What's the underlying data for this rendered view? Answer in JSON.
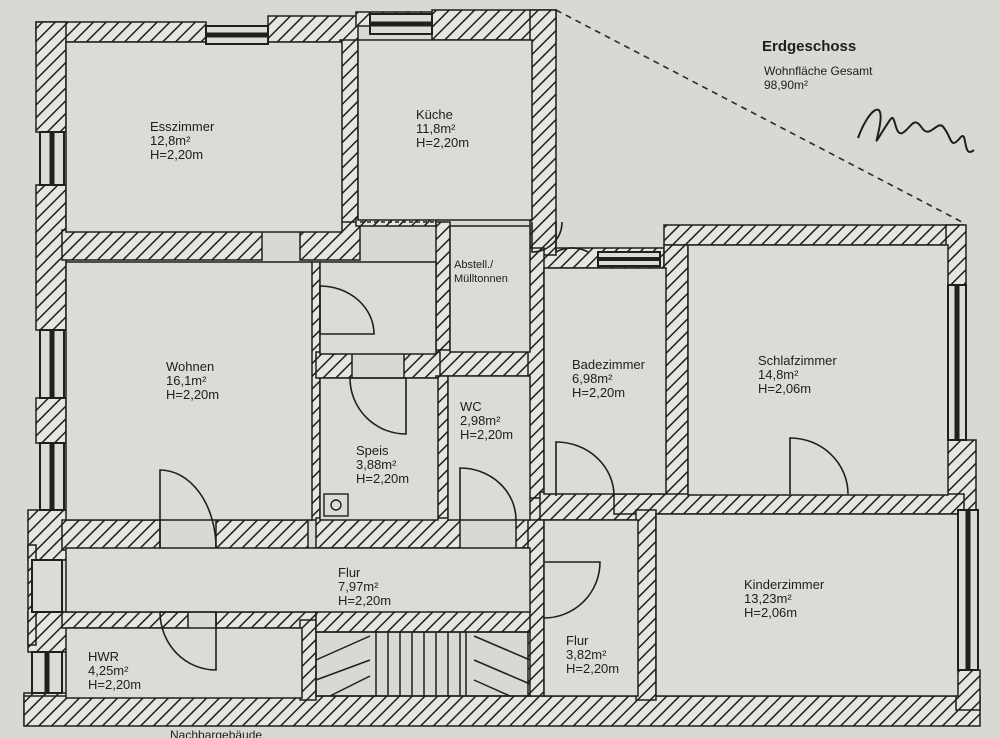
{
  "header": {
    "title": "Erdgeschoss",
    "area_label": "Wohnfläche Gesamt",
    "area_value": "98,90m²"
  },
  "rooms": {
    "esszimmer": {
      "name": "Esszimmer",
      "area": "12,8m²",
      "height": "H=2,20m"
    },
    "kueche": {
      "name": "Küche",
      "area": "11,8m²",
      "height": "H=2,20m"
    },
    "abstell": {
      "name": "Abstell./",
      "name2": "Mülltonnen"
    },
    "wohnen": {
      "name": "Wohnen",
      "area": "16,1m²",
      "height": "H=2,20m"
    },
    "speis": {
      "name": "Speis",
      "area": "3,88m²",
      "height": "H=2,20m"
    },
    "wc": {
      "name": "WC",
      "area": "2,98m²",
      "height": "H=2,20m"
    },
    "badezimmer": {
      "name": "Badezimmer",
      "area": "6,98m²",
      "height": "H=2,20m"
    },
    "schlafzimmer": {
      "name": "Schlafzimmer",
      "area": "14,8m²",
      "height": "H=2,06m"
    },
    "flur1": {
      "name": "Flur",
      "area": "7,97m²",
      "height": "H=2,20m"
    },
    "flur2": {
      "name": "Flur",
      "area": "3,82m²",
      "height": "H=2,20m"
    },
    "kinderzimmer": {
      "name": "Kinderzimmer",
      "area": "13,23m²",
      "height": "H=2,06m"
    },
    "hwr": {
      "name": "HWR",
      "area": "4,25m²",
      "height": "H=2,20m"
    }
  },
  "footer": {
    "note": "Nachbargebäude"
  }
}
